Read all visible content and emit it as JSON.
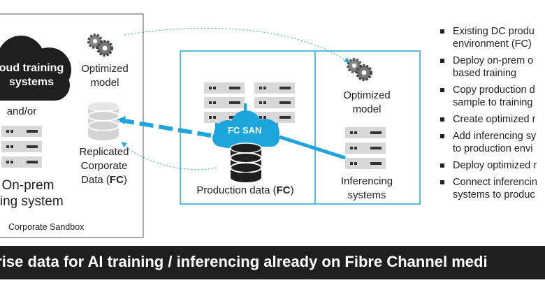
{
  "sandbox": {
    "cloud_label": "oud training\nsystems",
    "and_or": "and/or",
    "onprem_label": "On-prem\nning system",
    "optimized_model": "Optimized\nmodel",
    "replicated_data_line1": "Replicated\nCorporate\nData (",
    "fc": "FC",
    "close_paren": ")",
    "caption": "Corporate Sandbox"
  },
  "production": {
    "fc_san": "FC SAN",
    "data_label": "Production data (",
    "fc": "FC",
    "close_paren": ")",
    "optimized_model": "Optimized\nmodel",
    "inferencing": "Inferencing\nsystems"
  },
  "bullets": [
    "Existing DC produ\nenvironment (FC)",
    "Deploy on-prem o\nbased training",
    "Copy production d\nsample to training",
    "Create optimized r",
    "Add inferencing sy\nto production envi",
    "Deploy optimized r",
    "Connect inferencin\nsystems to produc"
  ],
  "banner": "erprise data for AI training / inferencing already on Fibre Channel medi",
  "colors": {
    "accent": "#1ea5dc",
    "dark": "#1f1f1f",
    "server": "#d8d8d8"
  }
}
